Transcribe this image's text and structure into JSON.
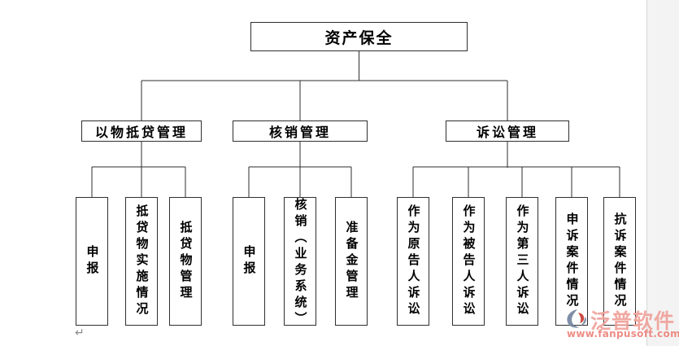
{
  "diagram": {
    "root": "资产保全",
    "branches": [
      {
        "label": "以物抵贷管理",
        "children": [
          "申报",
          "抵贷物实施情况",
          "抵贷物管理"
        ]
      },
      {
        "label": "核销管理",
        "children": [
          "申报",
          "核销（业务系统）",
          "准备金管理"
        ]
      },
      {
        "label": "诉讼管理",
        "children": [
          "作为原告人诉讼",
          "作为被告人诉讼",
          "作为第三人诉讼",
          "申诉案件情况",
          "抗诉案件情况"
        ]
      }
    ]
  },
  "watermark": {
    "brand": "泛普软件",
    "url": "www.fanpusoft.com"
  },
  "editor": {
    "paragraph_mark": "↵"
  },
  "colors": {
    "line": "#2e2e2e",
    "watermark_text": "#efa29b",
    "watermark_url": "#ec837b",
    "logo_blue": "#7486a0",
    "logo_red": "#ca3c30",
    "page_shade": "#f3f3f3"
  }
}
